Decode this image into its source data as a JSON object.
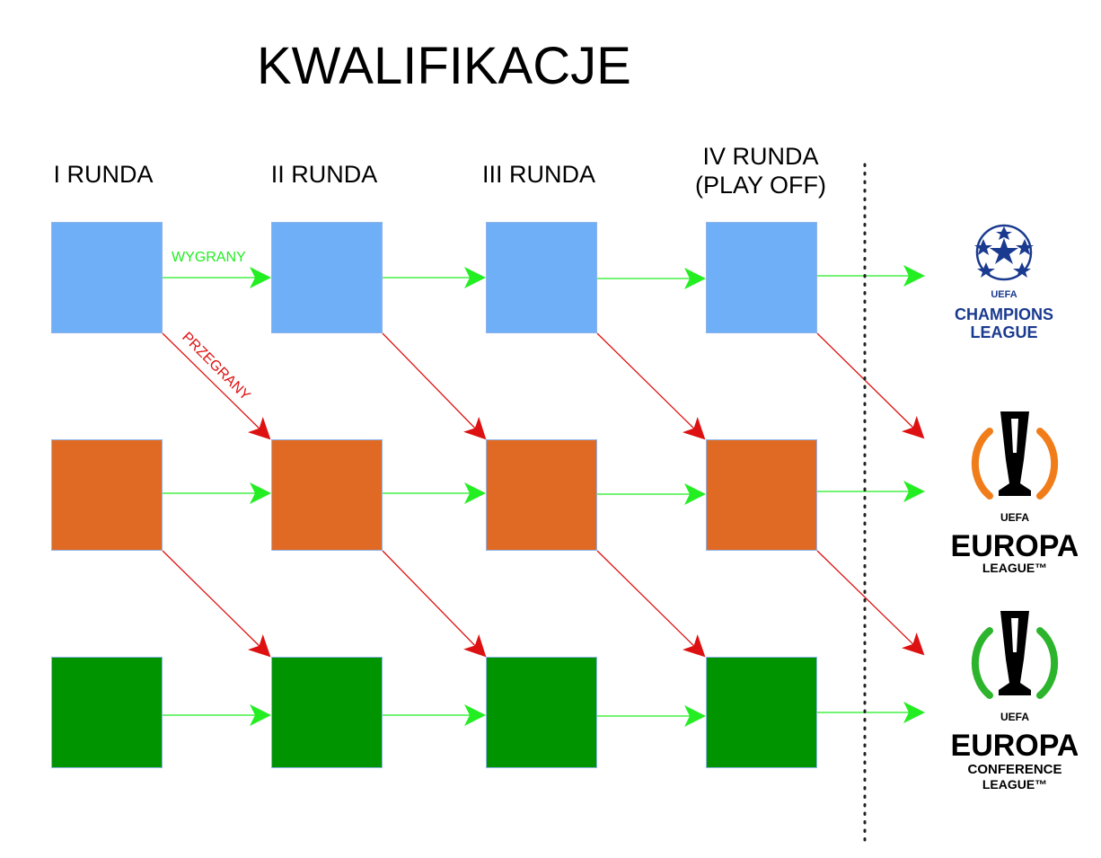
{
  "title": "KWALIFIKACJE",
  "rounds": [
    {
      "line1": "I RUNDA",
      "line2": ""
    },
    {
      "line1": "II RUNDA",
      "line2": ""
    },
    {
      "line1": "III RUNDA",
      "line2": ""
    },
    {
      "line1": "IV RUNDA",
      "line2": "(PLAY OFF)"
    }
  ],
  "paths": [
    {
      "name": "champions-path",
      "color": "#6eaff8"
    },
    {
      "name": "europa-path",
      "color": "#e06a24"
    },
    {
      "name": "conference-path",
      "color": "#009400"
    }
  ],
  "edge_labels": {
    "win": "WYGRANY",
    "lose": "PRZEGRANY"
  },
  "colors": {
    "win_arrow": "#22ee22",
    "lose_arrow": "#dd1111",
    "divider": "#222222"
  },
  "competitions": [
    {
      "name": "champions-league",
      "lines": [
        "UEFA",
        "CHAMPIONS",
        "LEAGUE"
      ],
      "icon": "starball-icon",
      "color": "#1a3a8f"
    },
    {
      "name": "europa-league",
      "lines": [
        "UEFA",
        "EUROPA",
        "LEAGUE™"
      ],
      "icon": "trophy-icon",
      "accent": "#f07d1a"
    },
    {
      "name": "conference-league",
      "lines": [
        "UEFA",
        "EUROPA",
        "CONFERENCE",
        "LEAGUE™"
      ],
      "icon": "trophy-icon",
      "accent": "#2cb52c"
    }
  ]
}
